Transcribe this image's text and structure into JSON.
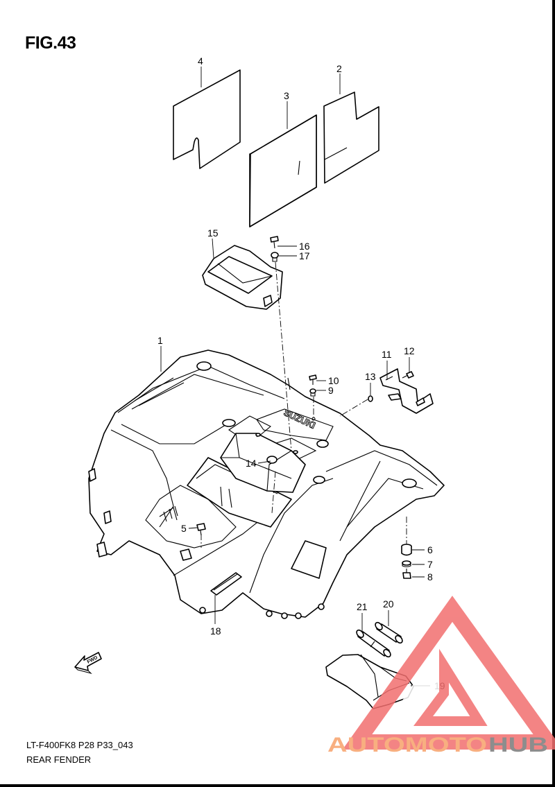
{
  "figure": {
    "title": "FIG.43",
    "code": "LT-F400FK8 P28 P33_043",
    "name": "REAR FENDER"
  },
  "callouts": [
    {
      "id": "c1",
      "label": "1"
    },
    {
      "id": "c2",
      "label": "2"
    },
    {
      "id": "c3",
      "label": "3"
    },
    {
      "id": "c4",
      "label": "4"
    },
    {
      "id": "c5",
      "label": "5"
    },
    {
      "id": "c6",
      "label": "6"
    },
    {
      "id": "c7",
      "label": "7"
    },
    {
      "id": "c8",
      "label": "8"
    },
    {
      "id": "c9",
      "label": "9"
    },
    {
      "id": "c10",
      "label": "10"
    },
    {
      "id": "c11",
      "label": "11"
    },
    {
      "id": "c12",
      "label": "12"
    },
    {
      "id": "c13",
      "label": "13"
    },
    {
      "id": "c14",
      "label": "14"
    },
    {
      "id": "c15",
      "label": "15"
    },
    {
      "id": "c16",
      "label": "16"
    },
    {
      "id": "c17",
      "label": "17"
    },
    {
      "id": "c18",
      "label": "18"
    },
    {
      "id": "c19",
      "label": "19"
    },
    {
      "id": "c20",
      "label": "20"
    },
    {
      "id": "c21",
      "label": "21"
    }
  ],
  "decal_text": "SUZUKI",
  "fwd_arrow_text": "FWD",
  "watermark": {
    "word_a": "AUTOMOTO",
    "word_b": "HUB",
    "color_a": "#f7a26b",
    "color_b": "#7a7a7a",
    "logo_color": "#f26f6f"
  }
}
